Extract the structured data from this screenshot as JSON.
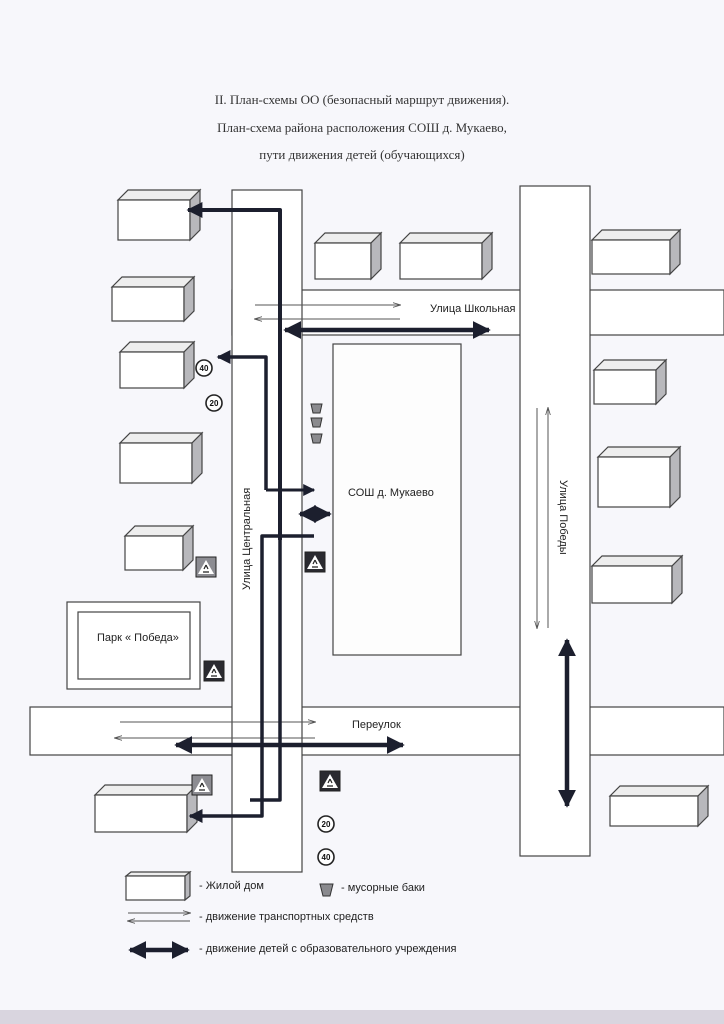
{
  "title": {
    "line1": "II. План-схемы ОО (безопасный маршрут движения).",
    "line2": "План-схема района расположения СОШ д. Мукаево,",
    "line3": "пути движения детей (обучающихся)"
  },
  "streets": {
    "shkolnaya": "Улица Школьная",
    "tsentralnaya": "Улица Центральная",
    "pobedy": "Улица Победы",
    "pereulok": "Переулок"
  },
  "school_label": "СОШ д. Мукаево",
  "park_label": "Парк « Победа»",
  "signs": {
    "speed_40": "40",
    "speed_20": "20"
  },
  "legend": {
    "house": "- Жилой дом",
    "bins": "- мусорные баки",
    "traffic": "- движение транспортных средств",
    "children": "- движение детей с образовательного учреждения"
  },
  "colors": {
    "paper": "#f7f7fb",
    "line": "#333333",
    "route": "#1c1f2e",
    "house_side": "#b8b8bc"
  }
}
